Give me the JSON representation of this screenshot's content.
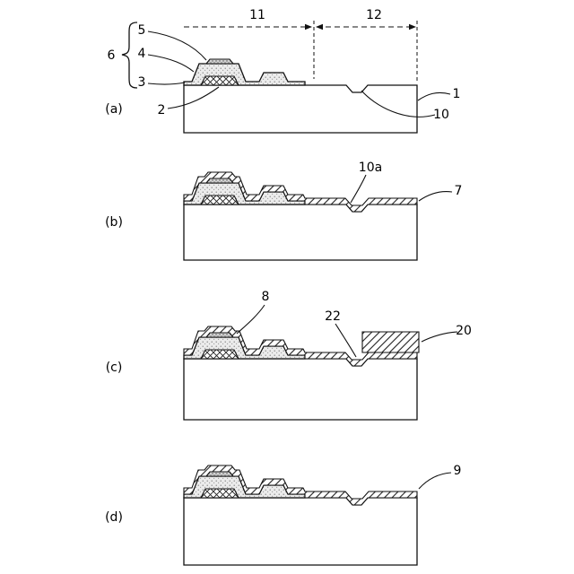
{
  "figure_labels": {
    "a": {
      "panel": "(a)",
      "r11": "11",
      "r12": "12",
      "r6": "6",
      "r5": "5",
      "r4": "4",
      "r3": "3",
      "r2": "2",
      "r1": "1",
      "r10": "10"
    },
    "b": {
      "panel": "(b)",
      "r10a": "10a",
      "r7": "7"
    },
    "c": {
      "panel": "(c)",
      "r8": "8",
      "r22": "22",
      "r20": "20"
    },
    "d": {
      "panel": "(d)",
      "r9": "9"
    }
  }
}
